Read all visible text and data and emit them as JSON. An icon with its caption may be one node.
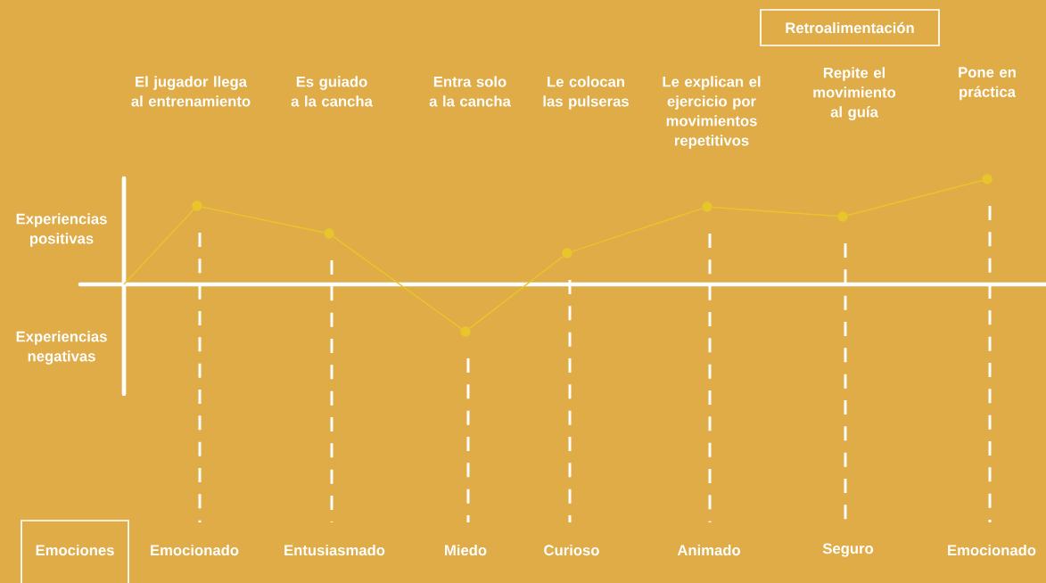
{
  "diagram": {
    "nodes": [
      {
        "text": [
          "Retroalimentación"
        ]
      },
      {
        "text": [
          "Emociones"
        ]
      },
      {
        "text": [],
        "shape": "circle"
      },
      {
        "text": [],
        "shape": "circle"
      },
      {
        "text": [],
        "shape": "circle"
      },
      {
        "text": [],
        "shape": "circle"
      },
      {
        "text": [],
        "shape": "circle"
      },
      {
        "text": [],
        "shape": "circle"
      },
      {
        "text": [],
        "shape": "circle"
      }
    ],
    "edges": [
      {
        "from": null,
        "to": 2,
        "arrow": "none"
      },
      {
        "from": 2,
        "to": 3,
        "arrow": "none"
      },
      {
        "from": 3,
        "to": 4,
        "arrow": "none"
      },
      {
        "from": 4,
        "to": 5,
        "arrow": "none"
      },
      {
        "from": 5,
        "to": 6,
        "arrow": "none"
      },
      {
        "from": 6,
        "to": 7,
        "arrow": "none"
      },
      {
        "from": 7,
        "to": 8,
        "arrow": "none"
      }
    ],
    "labels": [
      "El jugador llega al entrenamiento",
      "Es guiado a la cancha",
      "Entra solo a la cancha",
      "Le colocan las pulseras",
      "Le explican el ejercicio por movimientos repetitivos",
      "Repite el movimiento al guía",
      "Pone en práctica",
      "Experiencias positivas",
      "Experiencias negativas",
      "Emocionado",
      "Entusiasmado",
      "Miedo",
      "Curioso",
      "Animado",
      "Seguro",
      "Emocionado"
    ]
  }
}
